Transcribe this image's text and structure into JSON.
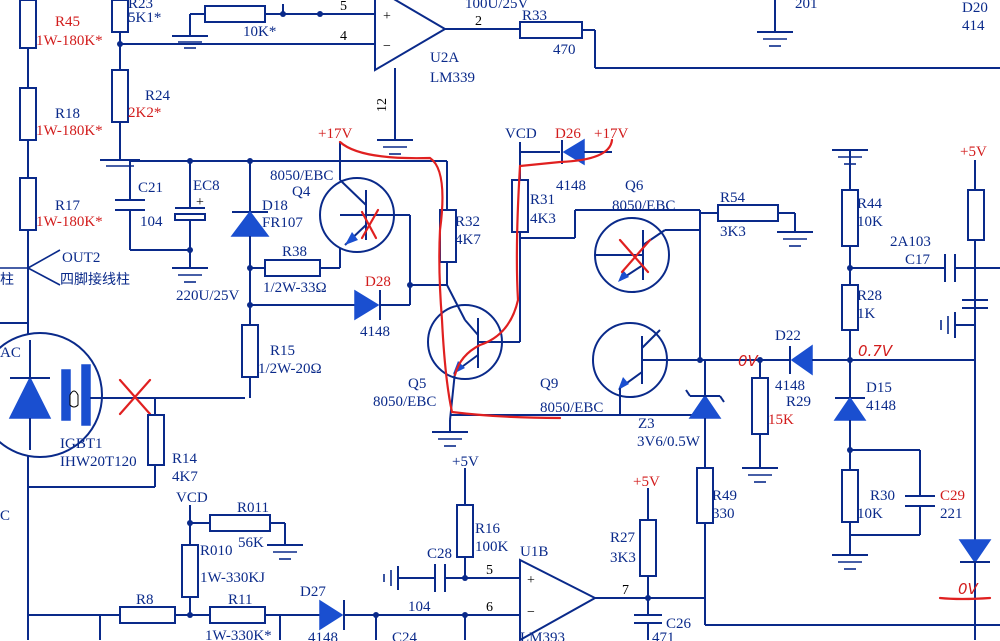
{
  "colors": {
    "wire": "#0a2a8a",
    "component_fill": "#1a4fd0",
    "annotation": "#d21c1c",
    "background": "#ffffff"
  },
  "labels": {
    "r45": "R45",
    "r45_val": "1W-180K*",
    "r18": "R18",
    "r18_val": "1W-180K*",
    "r17": "R17",
    "r17_val": "1W-180K*",
    "r23": "R23",
    "r23_val": "5K1*",
    "r24": "R24",
    "r24_val": "2K2*",
    "r21_val": "10K*",
    "c21": "C21",
    "c21_val": "104",
    "ec8": "EC8",
    "ec8_val": "220U/25V",
    "d18": "D18",
    "d18_val": "FR107",
    "q4": "Q4",
    "q4_val": "8050/EBC",
    "r38": "R38",
    "r38_val": "1/2W-33Ω",
    "d28": "D28",
    "d28_val": "4148",
    "r15": "R15",
    "r15_val": "1/2W-20Ω",
    "out2": "OUT2",
    "out2_desc": "四脚接线柱",
    "left_zhu": "柱",
    "left_ac": "AC",
    "left_c": "C",
    "igbt1": "IGBT1",
    "igbt1_val": "IHW20T120",
    "r14": "R14",
    "r14_val": "4K7",
    "u2a": "U2A",
    "u2a_val": "LM339",
    "top_cap": "100U/25V",
    "r33": "R33",
    "r33_val": "470",
    "top_201": "201",
    "d20": "D20",
    "d20_val": "414",
    "pin_plus": "+",
    "pin_minus": "−",
    "pin5": "5",
    "pin4": "4",
    "pin2": "2",
    "pin12": "12",
    "plus17_a": "+17V",
    "plus17_b": "+17V",
    "vcd_a": "VCD",
    "vcd_b": "VCD",
    "d26": "D26",
    "d26_val": "4148",
    "r31": "R31",
    "r31_val": "4K3",
    "r32": "R32",
    "r32_val": "4K7",
    "q5": "Q5",
    "q5_val": "8050/EBC",
    "q6": "Q6",
    "q6_val": "8050/EBC",
    "q9": "Q9",
    "q9_val": "8050/EBC",
    "r54": "R54",
    "r54_val": "3K3",
    "z3": "Z3",
    "z3_val": "3V6/0.5W",
    "d22": "D22",
    "d22_val": "4148",
    "r29": "R29",
    "r29_val": "15K",
    "r44": "R44",
    "r44_val": "10K",
    "r28": "R28",
    "r28_val": "1K",
    "c17": "C17",
    "c17_val": "2A103",
    "d15": "D15",
    "d15_val": "4148",
    "r30": "R30",
    "r30_val": "10K",
    "c29": "C29",
    "c29_val": "221",
    "plus5_a": "+5V",
    "plus5_b": "+5V",
    "plus5_c": "+5V",
    "r49": "R49",
    "r49_val": "330",
    "r27": "R27",
    "r27_val": "3K3",
    "r16": "R16",
    "r16_val": "100K",
    "c28": "C28",
    "c28_val": "104",
    "u1b": "U1B",
    "u1b_val": "LM393",
    "pin5b": "5",
    "pin6b": "6",
    "pin7b": "7",
    "c26": "C26",
    "c26_val": "471",
    "r011": "R011",
    "r011_val": "56K",
    "r010": "R010",
    "r010_val": "1W-330KJ",
    "r8": "R8",
    "r11": "R11",
    "r11_val": "1W-330K*",
    "d27": "D27",
    "d27_val": "4148",
    "c24": "C24"
  },
  "annotations": {
    "v_ov": "0V",
    "v_07": "0.7V",
    "v_ov2": "0V"
  }
}
